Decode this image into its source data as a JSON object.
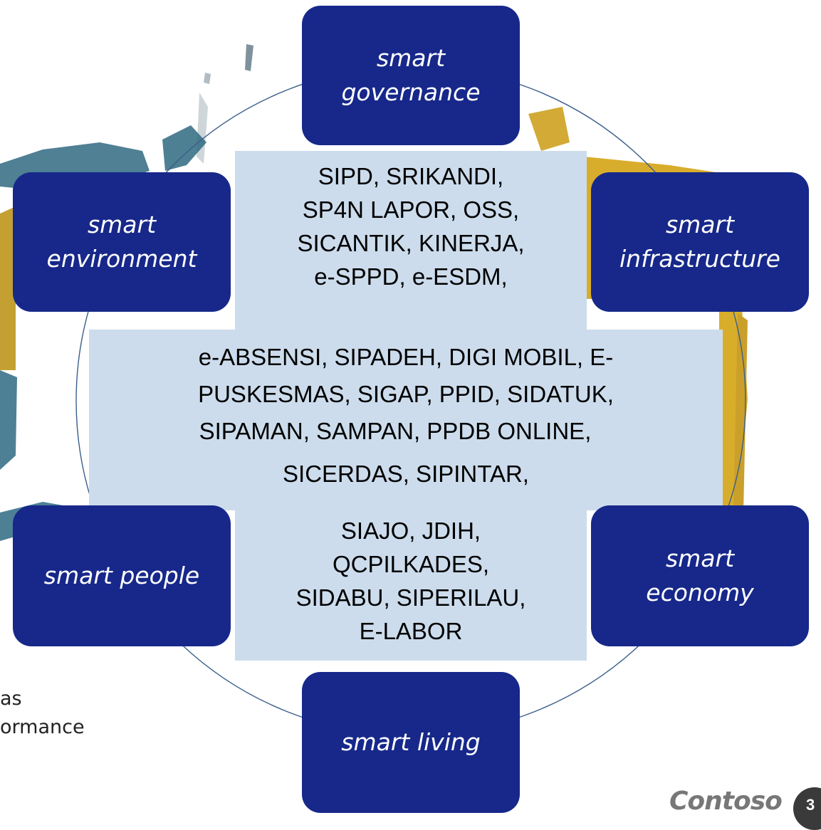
{
  "colors": {
    "node_fill": "#17288a",
    "center_fill": "#ccdcec",
    "ring_stroke": "#3a5f8a"
  },
  "nodes": {
    "governance": {
      "label_1": "smart",
      "label_2": "governance"
    },
    "environment": {
      "label_1": "smart",
      "label_2": "environment"
    },
    "infrastructure": {
      "label_1": "smart",
      "label_2": "infrastructure"
    },
    "people": {
      "label_1": "smart people"
    },
    "economy": {
      "label_1": "smart",
      "label_2": "economy"
    },
    "living": {
      "label_1": "smart living"
    }
  },
  "center": {
    "top_lines": [
      "SIPD, SRIKANDI,",
      "SP4N LAPOR, OSS,",
      "SICANTIK, KINERJA,",
      "e-SPPD, e-ESDM,"
    ],
    "middle_lines": [
      "e-ABSENSI, SIPADEH, DIGI MOBIL, E-",
      "PUSKESMAS,  SIGAP,  PPID,  SIDATUK,",
      "SIPAMAN, SAMPAN, PPDB ONLINE,",
      "SICERDAS, SIPINTAR,"
    ],
    "bottom_lines": [
      "SIAJO, JDIH,",
      "QCPILKADES,",
      "SIDABU, SIPERILAU,",
      "E-LABOR"
    ]
  },
  "partial_text": {
    "line_1": "as",
    "line_2": "ormance"
  },
  "footer": {
    "logo_text": "Contoso",
    "page_number": "3"
  }
}
